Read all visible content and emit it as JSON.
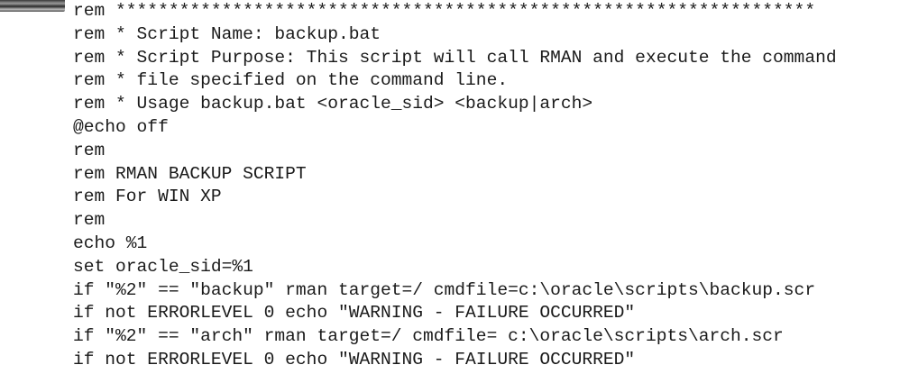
{
  "code_lines": [
    "rem ******************************************************************",
    "rem * Script Name: backup.bat",
    "rem * Script Purpose: This script will call RMAN and execute the command",
    "rem * file specified on the command line.",
    "rem * Usage backup.bat <oracle_sid> <backup|arch>",
    "@echo off",
    "rem",
    "rem RMAN BACKUP SCRIPT",
    "rem For WIN XP",
    "rem",
    "echo %1",
    "set oracle_sid=%1",
    "if \"%2\" == \"backup\" rman target=/ cmdfile=c:\\oracle\\scripts\\backup.scr",
    "if not ERRORLEVEL 0 echo \"WARNING - FAILURE OCCURRED\"",
    "if \"%2\" == \"arch\" rman target=/ cmdfile= c:\\oracle\\scripts\\arch.scr",
    "if not ERRORLEVEL 0 echo \"WARNING - FAILURE OCCURRED\""
  ]
}
